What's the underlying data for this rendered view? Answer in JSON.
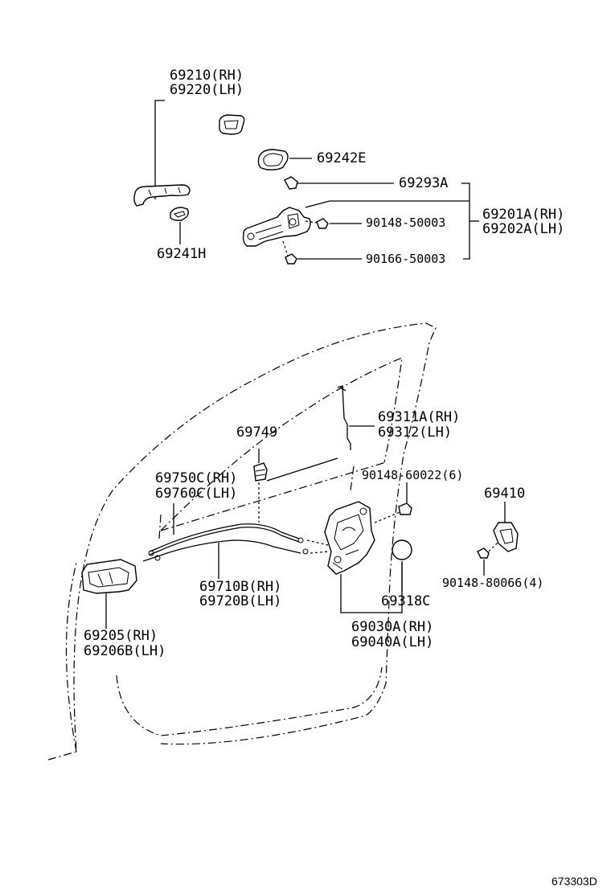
{
  "labels": {
    "p69210": "69210(RH)",
    "p69220": "69220(LH)",
    "p69242E": "69242E",
    "p69293A": "69293A",
    "p90148_50003": "90148-50003",
    "p69201A": "69201A(RH)",
    "p69202A": "69202A(LH)",
    "p69241H": "69241H",
    "p90166_50003": "90166-50003",
    "p69749": "69749",
    "p69311A": "69311A(RH)",
    "p69312": "69312(LH)",
    "p69750C": "69750C(RH)",
    "p69760C": "69760C(LH)",
    "p90148_60022": "90148-60022(6)",
    "p69410": "69410",
    "p90148_80066": "90148-80066(4)",
    "p69710B": "69710B(RH)",
    "p69720B": "69720B(LH)",
    "p69318C": "69318C",
    "p69205": "69205(RH)",
    "p69206B": "69206B(LH)",
    "p69030A": "69030A(RH)",
    "p69040A": "69040A(LH)"
  },
  "reference_code": "673303D"
}
